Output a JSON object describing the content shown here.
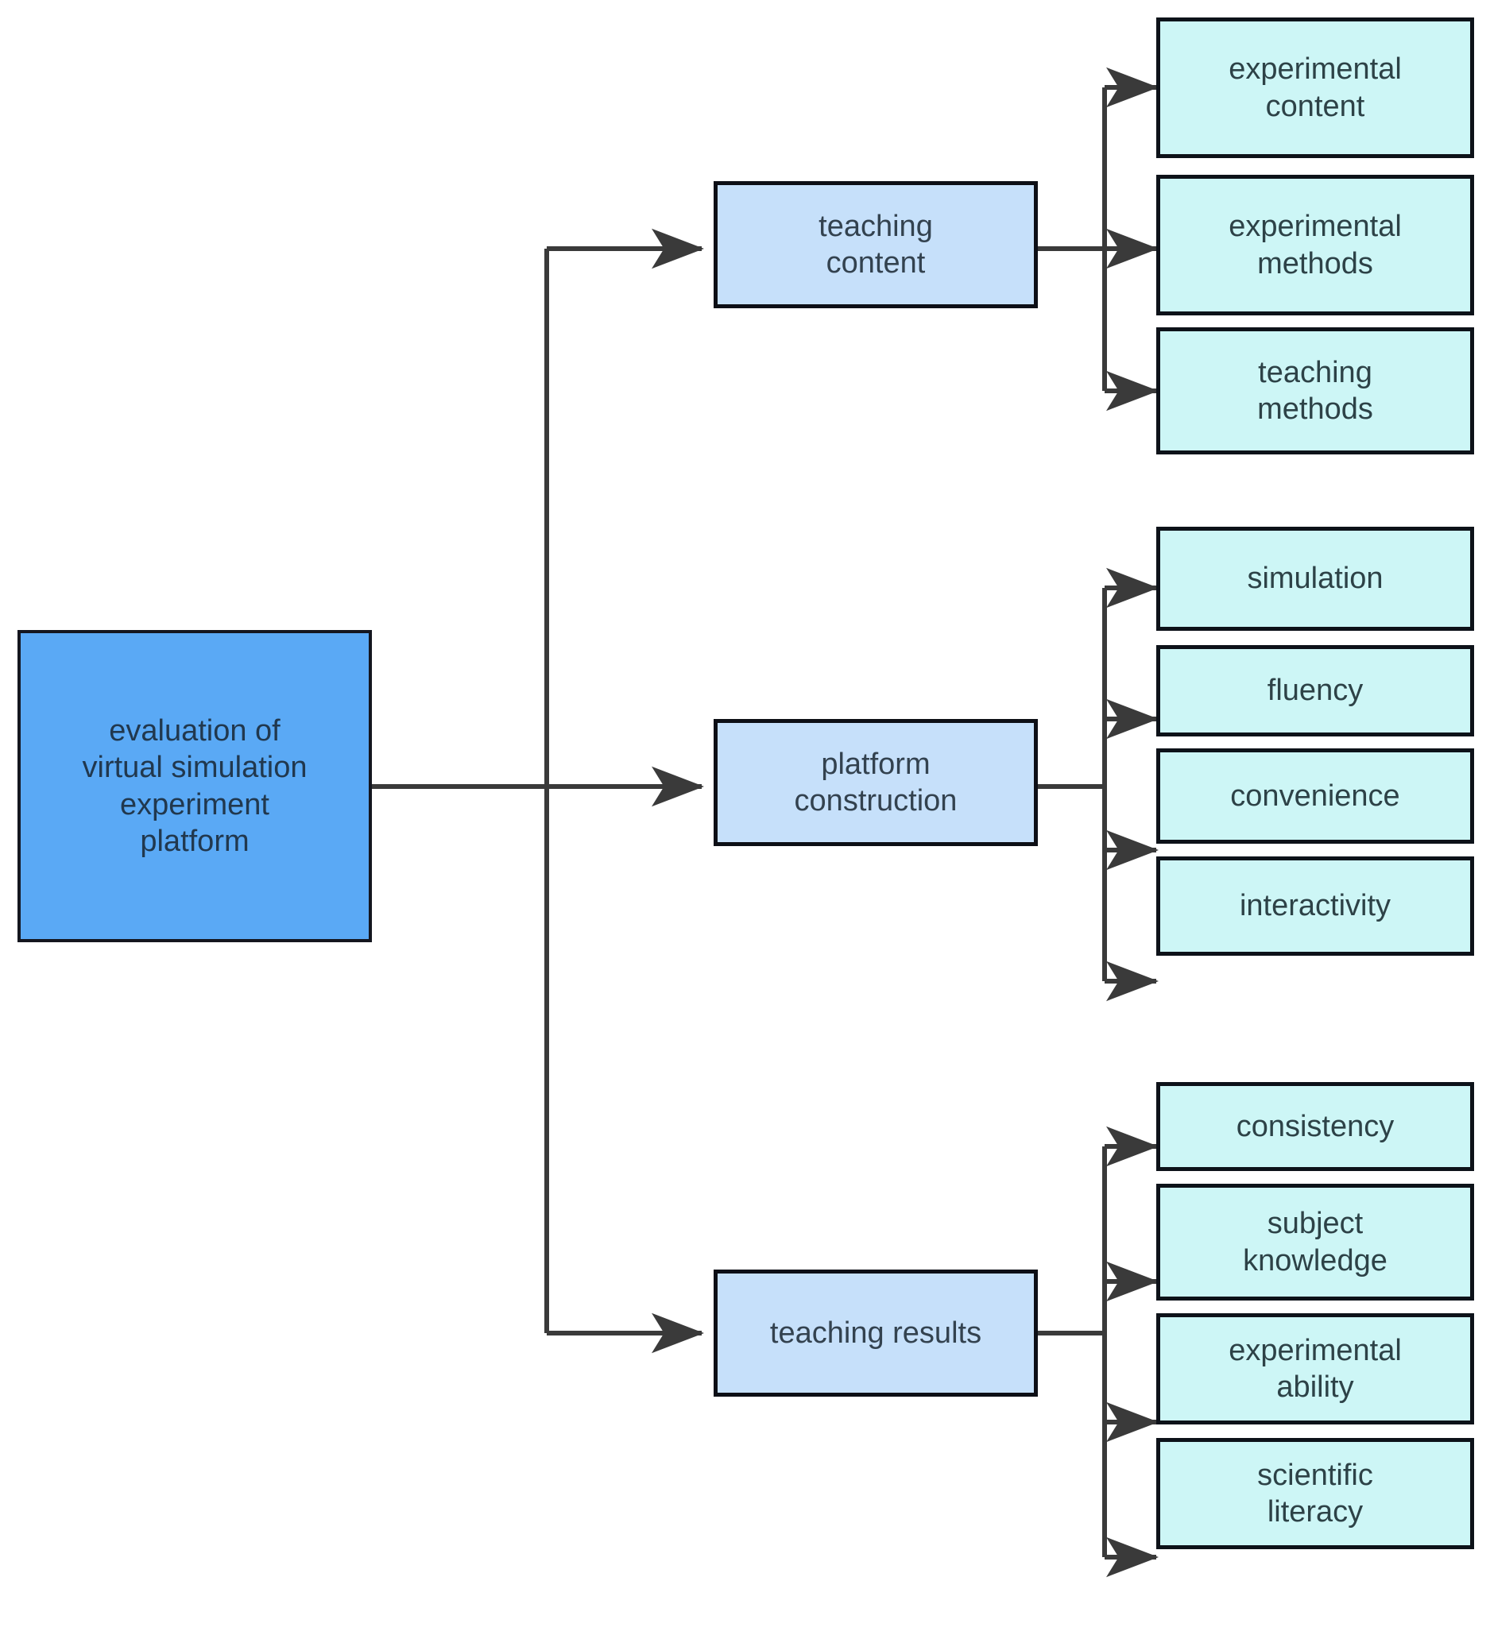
{
  "diagram": {
    "title": "evaluation of virtual simulation experiment platform",
    "type": "hierarchy-tree",
    "orientation": "left-to-right",
    "colors": {
      "root_fill": "#5aa9f5",
      "level2_fill": "#c6e0fa",
      "level3_fill": "#cdf6f6",
      "border": "#0d1219",
      "edge": "#3a3a3a",
      "text": "#2d4247",
      "background": "#ffffff"
    },
    "root": {
      "label": "evaluation of\nvirtual simulation\nexperiment\nplatform"
    },
    "branches": [
      {
        "label": "teaching\ncontent",
        "children": [
          {
            "label": "experimental\ncontent"
          },
          {
            "label": "experimental\nmethods"
          },
          {
            "label": "teaching\nmethods"
          }
        ]
      },
      {
        "label": "platform\nconstruction",
        "children": [
          {
            "label": "simulation"
          },
          {
            "label": "fluency"
          },
          {
            "label": "convenience"
          },
          {
            "label": "interactivity"
          }
        ]
      },
      {
        "label": "teaching results",
        "children": [
          {
            "label": "consistency"
          },
          {
            "label": "subject\nknowledge"
          },
          {
            "label": "experimental\nability"
          },
          {
            "label": "scientific\nliteracy"
          }
        ]
      }
    ]
  }
}
